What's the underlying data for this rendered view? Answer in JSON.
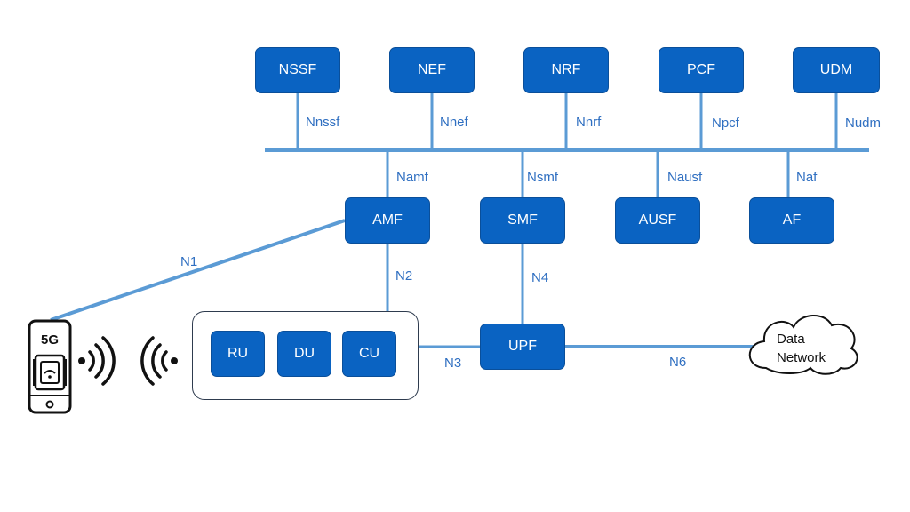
{
  "colors": {
    "nf_fill": "#0a63c2",
    "line": "#5b9bd5",
    "label": "#2f6fc1"
  },
  "network_functions": {
    "nssf": "NSSF",
    "nef": "NEF",
    "nrf": "NRF",
    "pcf": "PCF",
    "udm": "UDM",
    "amf": "AMF",
    "smf": "SMF",
    "ausf": "AUSF",
    "af": "AF",
    "upf": "UPF"
  },
  "ran": {
    "ru": "RU",
    "du": "DU",
    "cu": "CU"
  },
  "interfaces": {
    "nnssf": "Nnssf",
    "nnef": "Nnef",
    "nnrf": "Nnrf",
    "npcf": "Npcf",
    "nudm": "Nudm",
    "namf": "Namf",
    "nsmf": "Nsmf",
    "nausf": "Nausf",
    "naf": "Naf",
    "n1": "N1",
    "n2": "N2",
    "n3": "N3",
    "n4": "N4",
    "n6": "N6"
  },
  "data_network": {
    "line1": "Data",
    "line2": "Network"
  },
  "device": {
    "badge": "5G"
  },
  "icons": {
    "device": "smartphone-5g-icon",
    "ue_signal": "signal-waves-icon",
    "ran_signal": "antenna-waves-icon",
    "cloud": "cloud-icon"
  }
}
